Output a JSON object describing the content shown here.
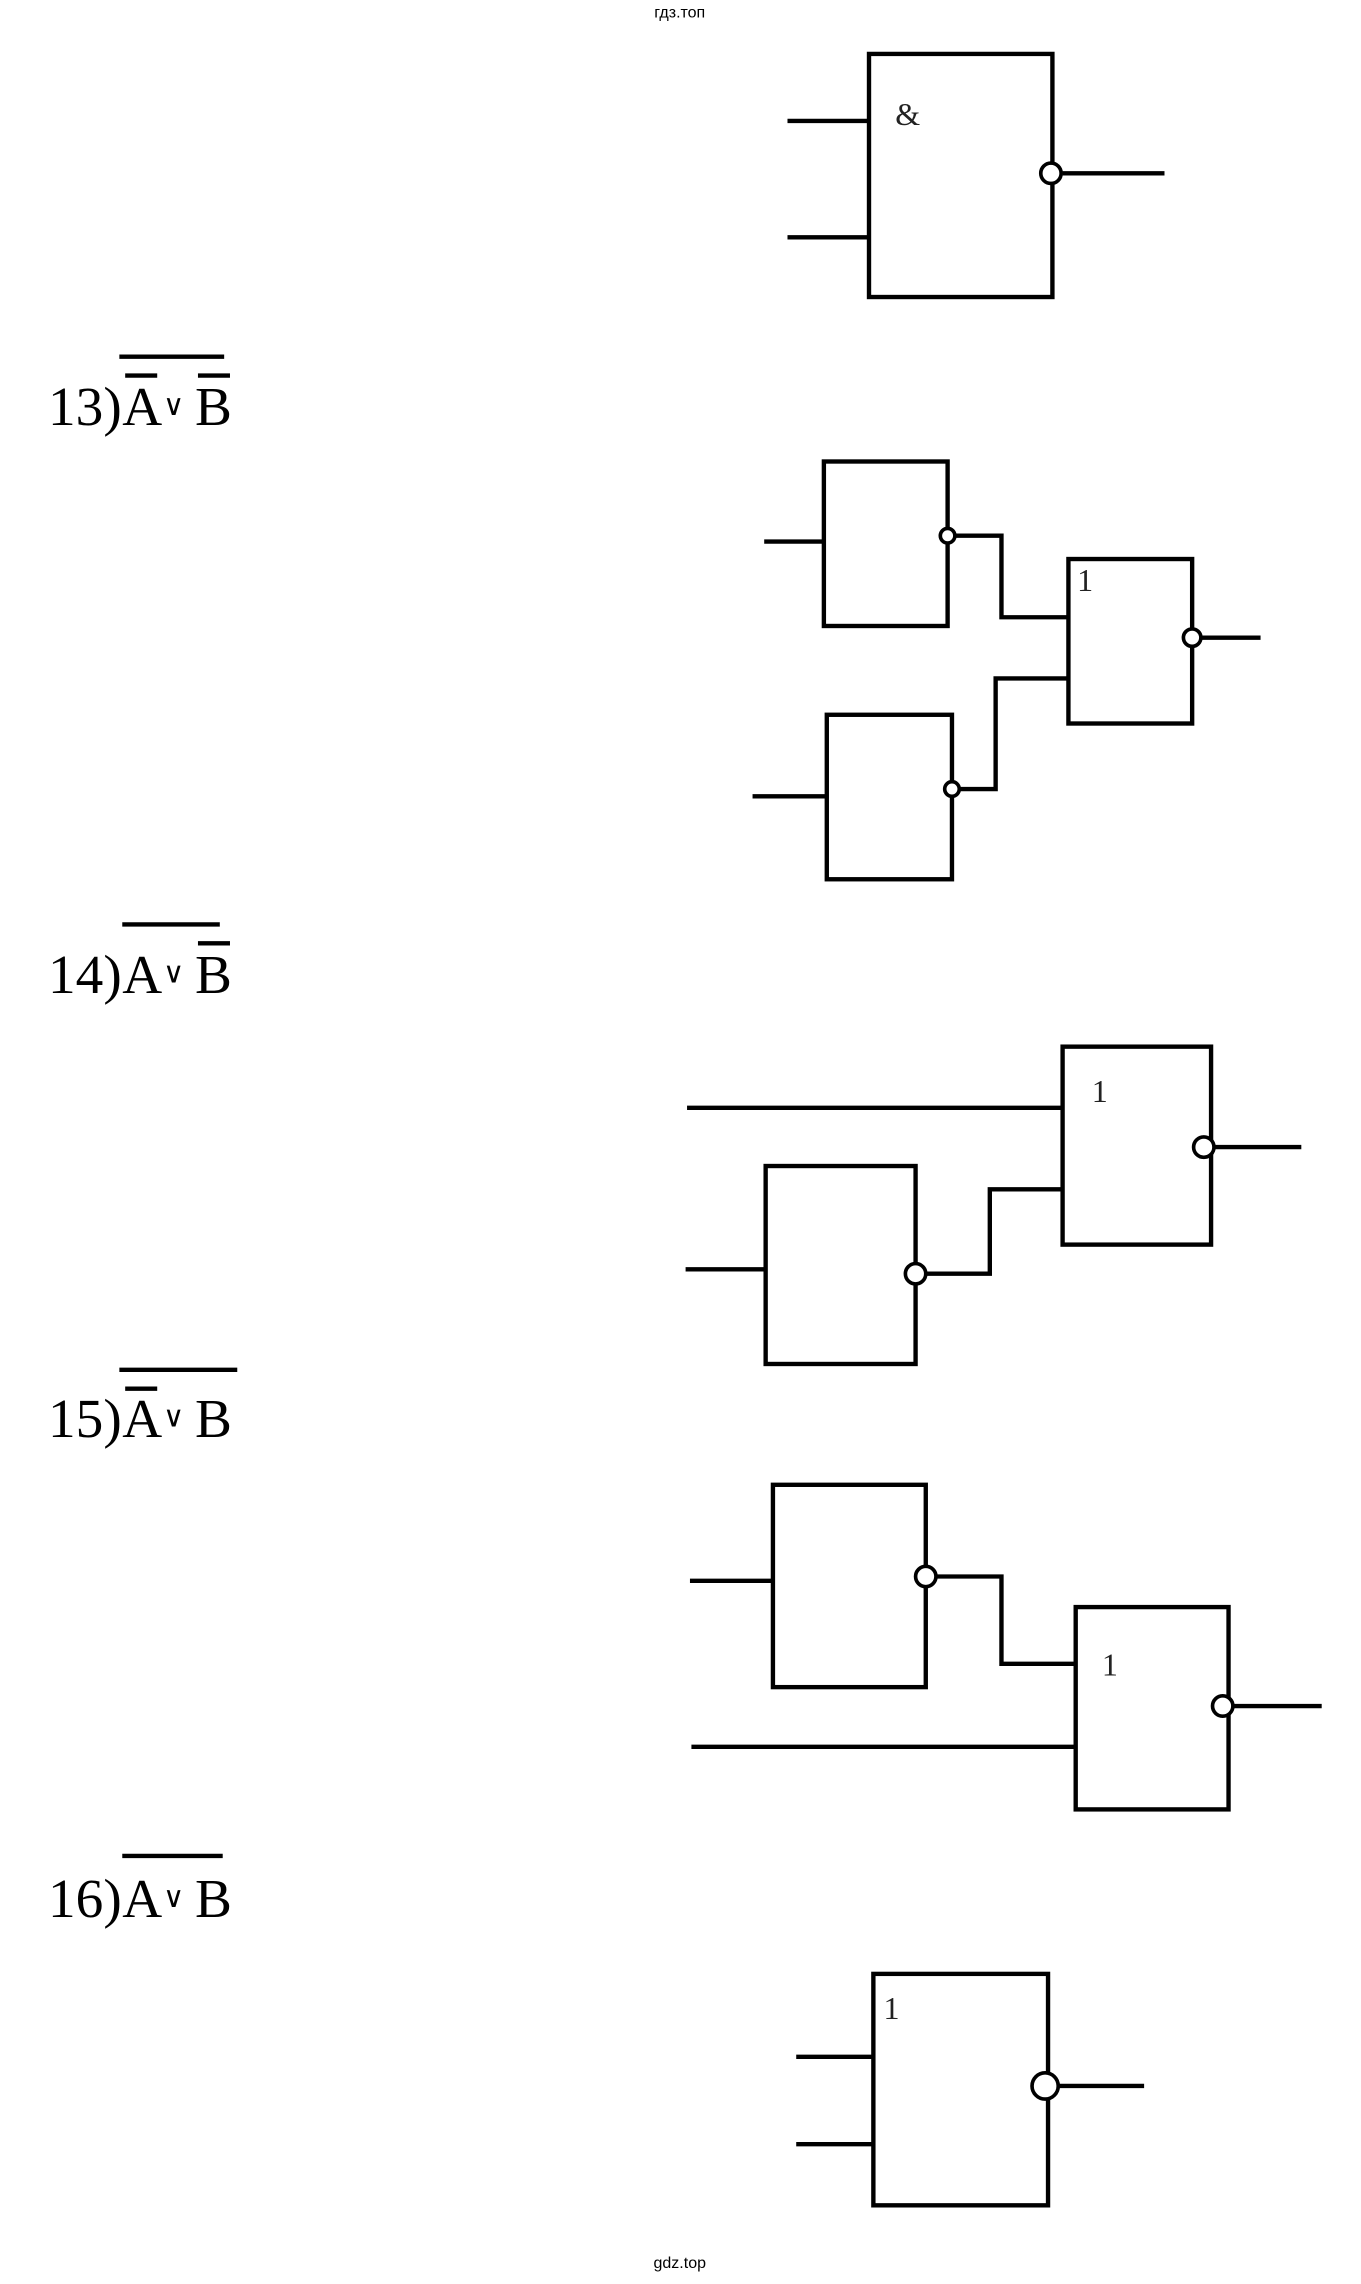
{
  "header": {
    "watermark": "гдз.топ"
  },
  "footer": {
    "watermark": "gdz.top"
  },
  "gates": {
    "and_symbol": "&",
    "or_symbol": "1"
  },
  "items": [
    {
      "number": "13)",
      "a": "A",
      "op": "∨",
      "b": "B",
      "a_negated": true,
      "b_negated": true,
      "whole_negated": true
    },
    {
      "number": "14)",
      "a": "A",
      "op": "∨",
      "b": "B",
      "a_negated": false,
      "b_negated": true,
      "whole_negated": true
    },
    {
      "number": "15)",
      "a": "A",
      "op": "∨",
      "b": "B",
      "a_negated": true,
      "b_negated": false,
      "whole_negated": true
    },
    {
      "number": "16)",
      "a": "A",
      "op": "∨",
      "b": "B",
      "a_negated": false,
      "b_negated": false,
      "whole_negated": true
    }
  ]
}
